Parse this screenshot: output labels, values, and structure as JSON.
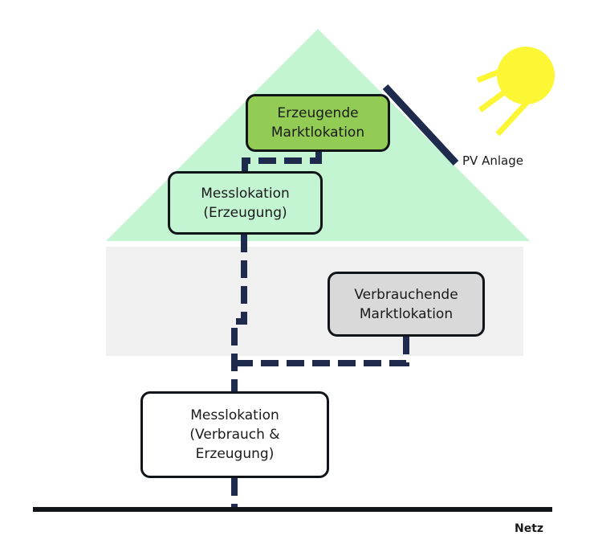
{
  "colors": {
    "roof": "#c4f5d3",
    "wall": "#f0f0f0",
    "connector": "#1f2b4d",
    "ground_line": "#111418",
    "sun": "#fcf635",
    "pv_panel": "#1f2b4d",
    "generating_malo": "#92cc55",
    "consuming_malo": "#d9d9d9",
    "melo_generation": "#c4f5d3",
    "melo_combined": "#ffffff"
  },
  "nodes": {
    "generating_market_location": {
      "lines": [
        "Erzeugende",
        "Marktlokation"
      ]
    },
    "metering_location_generation": {
      "lines": [
        "Messlokation",
        "(Erzeugung)"
      ]
    },
    "consuming_market_location": {
      "lines": [
        "Verbrauchende",
        "Marktlokation"
      ]
    },
    "metering_location_combined": {
      "lines": [
        "Messlokation",
        "(Verbrauch &",
        "Erzeugung)"
      ]
    }
  },
  "labels": {
    "pv_system": "PV Anlage",
    "grid": "Netz"
  },
  "icons": {
    "sun": "sun-icon",
    "pv_panel": "solar-panel-icon"
  }
}
